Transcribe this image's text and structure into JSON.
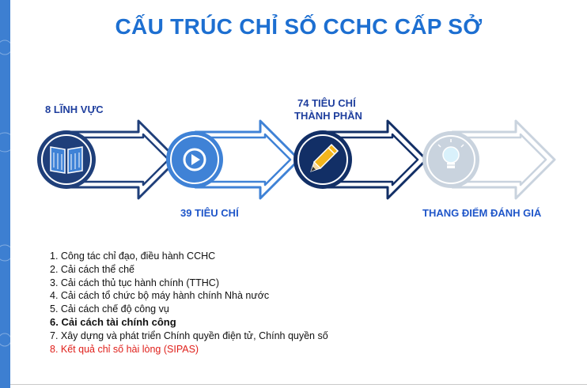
{
  "title": "CẤU TRÚC CHỈ SỐ CCHC CẤP SỞ",
  "stages": [
    {
      "label_lines": [
        "8 LĨNH VỰC"
      ],
      "icon": "book-icon",
      "circle_color": "#1f3f7a",
      "arrow_color": "#1f3f7a"
    },
    {
      "label_lines": [
        "39 TIÊU CHÍ"
      ],
      "icon": "play-icon",
      "circle_color": "#3f82d6",
      "arrow_color": "#3f82d6"
    },
    {
      "label_lines": [
        "74 TIÊU CHÍ",
        "THÀNH PHẦN"
      ],
      "icon": "pencil-icon",
      "circle_color": "#122f66",
      "arrow_color": "#122f66"
    },
    {
      "label_lines": [
        "THANG ĐIỂM ĐÁNH GIÁ"
      ],
      "icon": "lightbulb-icon",
      "circle_color": "#c9d3de",
      "arrow_color": "#c9d3de"
    }
  ],
  "fields": [
    {
      "text": "1. Công tác chỉ đạo, điều hành CCHC",
      "color": "#111111",
      "emphasis": false
    },
    {
      "text": "2. Cải cách thể chế",
      "color": "#111111",
      "emphasis": false
    },
    {
      "text": "3. Cải cách thủ tục hành chính (TTHC)",
      "color": "#111111",
      "emphasis": false
    },
    {
      "text": "4. Cải cách tổ chức bộ máy hành chính Nhà nước",
      "color": "#111111",
      "emphasis": false
    },
    {
      "text": "5. Cải cách chế độ công vụ",
      "color": "#111111",
      "emphasis": false
    },
    {
      "text": "6. Cải cách tài chính công",
      "color": "#111111",
      "emphasis": true
    },
    {
      "text": "7. Xây dựng và phát triển Chính quyền điện tử, Chính quyền số",
      "color": "#111111",
      "emphasis": false
    },
    {
      "text": "8. Kết quả chỉ số hài lòng (SIPAS)",
      "color": "#e0201b",
      "emphasis": false
    }
  ]
}
